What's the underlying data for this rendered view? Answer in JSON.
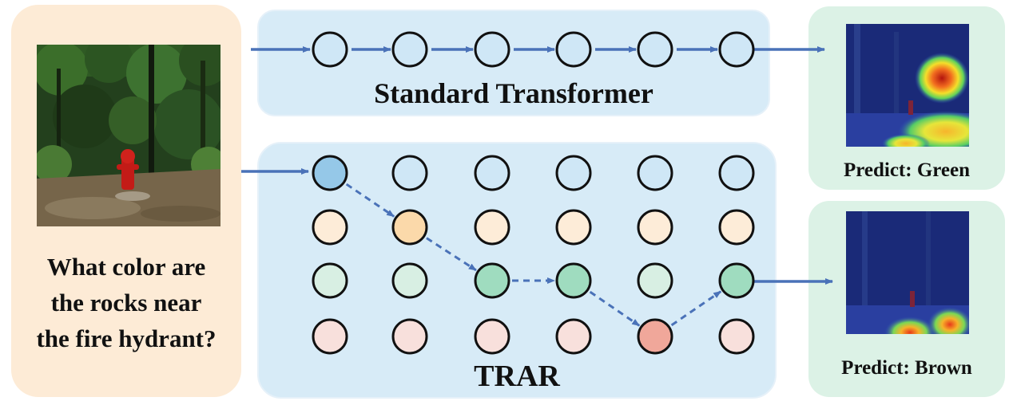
{
  "question": {
    "lines": [
      "What color are",
      "the rocks near",
      "the fire hydrant?"
    ]
  },
  "standard": {
    "title": "Standard Transformer",
    "node_count": 6,
    "node_color": "#cfe7f6"
  },
  "trar": {
    "title": "TRAR",
    "row_colors": [
      "#cfe7f6",
      "#fdecd8",
      "#d8efe3",
      "#f8e0dc"
    ],
    "highlight_colors": [
      "#95c8e8",
      "#fbd9aa",
      "#9fdcbf",
      "#f0a79a"
    ],
    "columns": 6,
    "route": [
      [
        0,
        0
      ],
      [
        1,
        1
      ],
      [
        2,
        2
      ],
      [
        2,
        3
      ],
      [
        3,
        4
      ],
      [
        2,
        5
      ]
    ]
  },
  "colors": {
    "arrow": "#4a72b8",
    "question_panel": "#fdebd6",
    "transformer_panel": "#d7ebf7",
    "prediction_panel": "#dcf2e6"
  },
  "predictions": {
    "top": "Predict: Green",
    "bottom": "Predict: Brown"
  }
}
